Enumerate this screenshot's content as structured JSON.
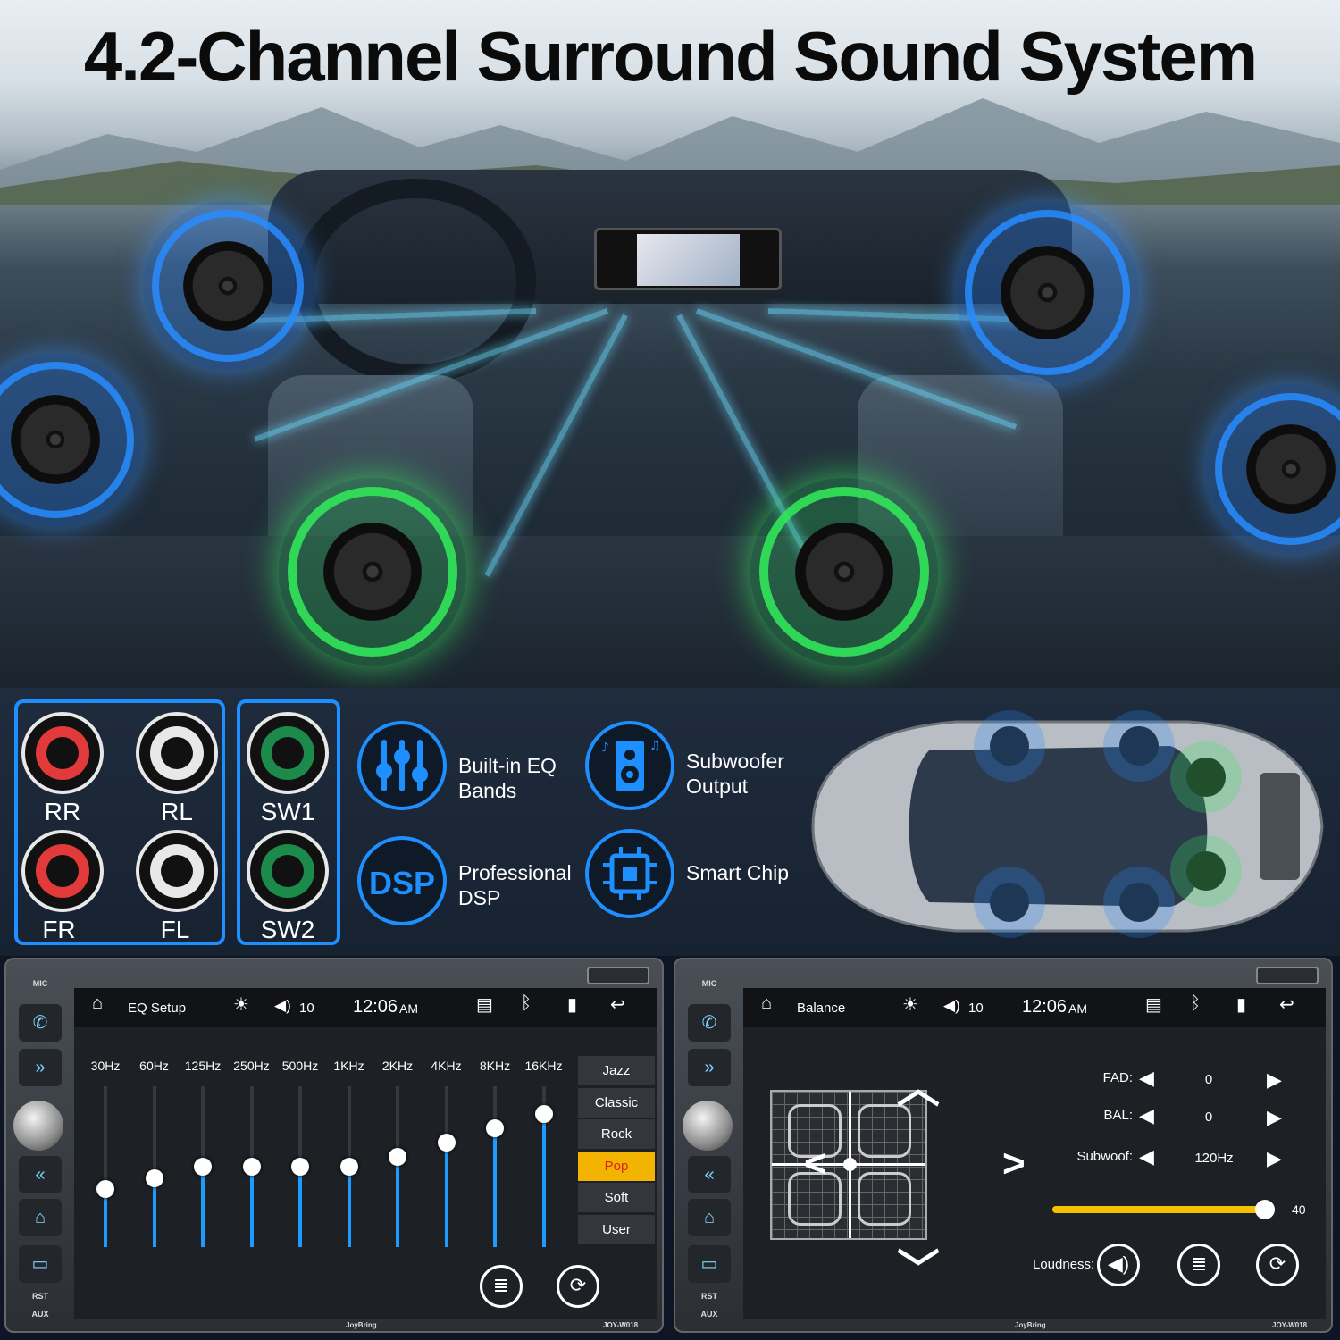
{
  "hero": {
    "title": "4.2-Channel Surround Sound System"
  },
  "rca": {
    "front_group": [
      {
        "label": "RR",
        "color": "#e23a3a"
      },
      {
        "label": "RL",
        "color": "#e8e8e8"
      },
      {
        "label": "FR",
        "color": "#e23a3a"
      },
      {
        "label": "FL",
        "color": "#e8e8e8"
      }
    ],
    "sub_group": [
      {
        "label": "SW1",
        "color": "#1c8a4a"
      },
      {
        "label": "SW2",
        "color": "#1c8a4a"
      }
    ]
  },
  "features": [
    {
      "icon": "eq-sliders-icon",
      "text": "Built-in EQ Bands"
    },
    {
      "icon": "subwoofer-icon",
      "text": "Subwoofer Output"
    },
    {
      "icon": "dsp-icon",
      "icon_text": "DSP",
      "text": "Professional DSP"
    },
    {
      "icon": "chip-icon",
      "text": "Smart Chip"
    }
  ],
  "eq_screen": {
    "title": "EQ Setup",
    "volume": "10",
    "time": "12:06",
    "ampm": "AM",
    "bands": [
      "30Hz",
      "60Hz",
      "125Hz",
      "250Hz",
      "500Hz",
      "1KHz",
      "2KHz",
      "4KHz",
      "8KHz",
      "16KHz"
    ],
    "levels": [
      0.36,
      0.43,
      0.5,
      0.5,
      0.5,
      0.5,
      0.56,
      0.65,
      0.74,
      0.83
    ],
    "presets": [
      "Jazz",
      "Classic",
      "Rock",
      "Pop",
      "Soft",
      "User"
    ],
    "active_preset": "Pop",
    "side_labels": {
      "mic": "MIC",
      "rst": "RST",
      "aux": "AUX"
    },
    "brand": "JoyBring",
    "model": "JOY-W018"
  },
  "balance_screen": {
    "title": "Balance",
    "volume": "10",
    "time": "12:06",
    "ampm": "AM",
    "fad_label": "FAD:",
    "fad_value": "0",
    "bal_label": "BAL:",
    "bal_value": "0",
    "sub_label": "Subwoof:",
    "sub_value": "120Hz",
    "slider_value": "40",
    "slider_level": 1.0,
    "loudness_label": "Loudness:",
    "side_labels": {
      "mic": "MIC",
      "rst": "RST",
      "aux": "AUX"
    },
    "brand": "JoyBring",
    "model": "JOY-W018"
  },
  "colors": {
    "accent_blue": "#1e8fff",
    "preset_active": "#f2b400",
    "slider_yellow": "#f2c200"
  }
}
